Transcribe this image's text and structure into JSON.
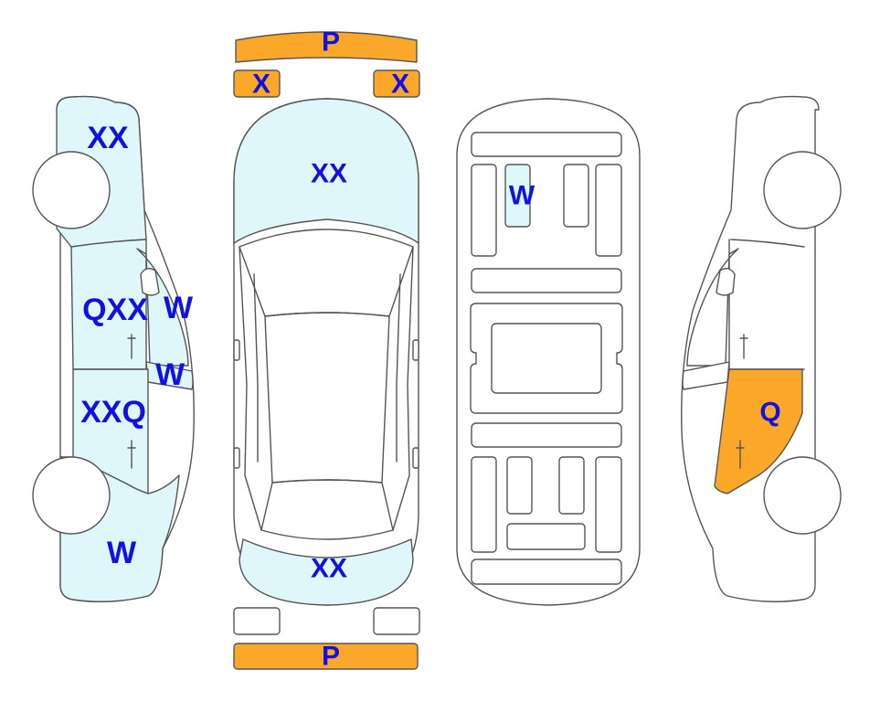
{
  "colors": {
    "light_blue": "#dff6fb",
    "orange": "#fba72a",
    "label_blue": "#1212e0",
    "outline_gray": "#555555"
  },
  "labels": {
    "front_bumper": "P",
    "rear_bumper": "P",
    "front_left_corner": "X",
    "front_right_corner": "X",
    "hood": "XX",
    "trunk": "XX",
    "roof_inner": "W",
    "left_front_fender": "XX",
    "left_front_door": "QXX",
    "left_front_window": "W",
    "left_rear_window": "W",
    "left_rear_door": "XXQ",
    "left_rear_quarter": "W",
    "right_rear_door": "Q"
  }
}
